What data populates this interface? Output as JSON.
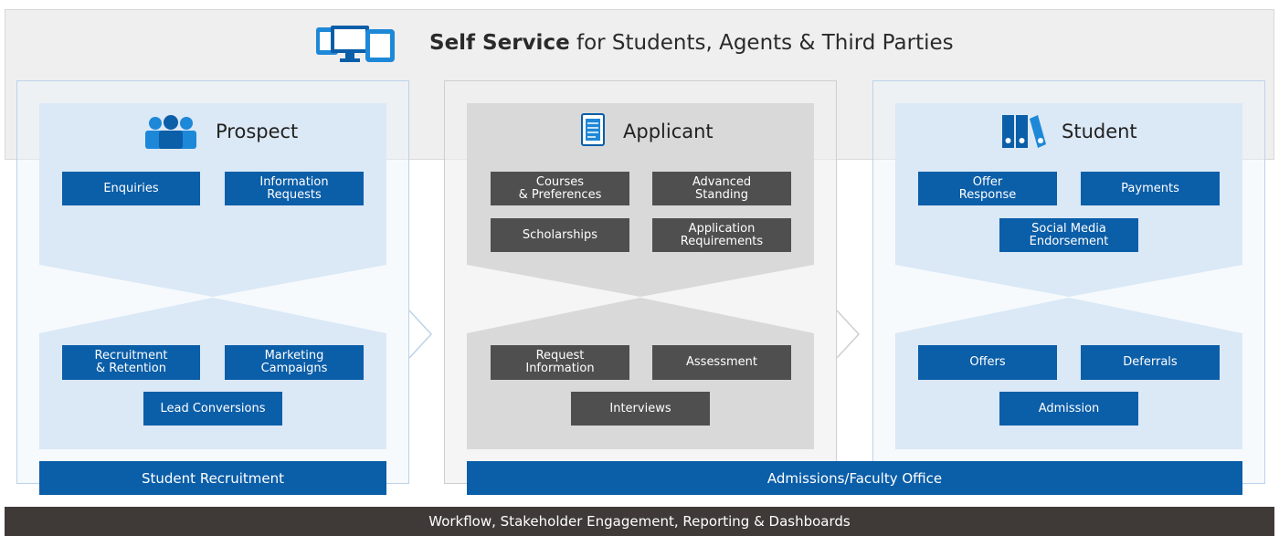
{
  "banner": {
    "title_bold": "Self Service",
    "title_rest": " for Students, Agents & Third Parties",
    "icon": "devices-icon"
  },
  "colors": {
    "blue": "#0b5ea8",
    "gray_box": "#4f4f4f",
    "footer": "#3f3a38",
    "light_blue": "#dbe8f6",
    "light_gray": "#d9d9d9"
  },
  "columns": [
    {
      "heading": "Prospect",
      "icon": "people-icon",
      "upper_boxes": [
        "Enquiries",
        "Information\nRequests"
      ],
      "lower_boxes": [
        "Recruitment\n& Retention",
        "Marketing\nCampaigns",
        "Lead Conversions"
      ]
    },
    {
      "heading": "Applicant",
      "icon": "document-icon",
      "upper_boxes": [
        "Courses\n& Preferences",
        "Advanced\nStanding",
        "Scholarships",
        "Application\nRequirements"
      ],
      "lower_boxes": [
        "Request\nInformation",
        "Assessment",
        "Interviews"
      ]
    },
    {
      "heading": "Student",
      "icon": "binders-icon",
      "upper_boxes": [
        "Offer\nResponse",
        "Payments",
        "Social Media\nEndorsement"
      ],
      "lower_boxes": [
        "Offers",
        "Deferrals",
        "Admission"
      ]
    }
  ],
  "bottom_bars": {
    "recruitment": "Student Recruitment",
    "admissions": "Admissions/Faculty Office"
  },
  "footer": "Workflow, Stakeholder Engagement, Reporting & Dashboards"
}
